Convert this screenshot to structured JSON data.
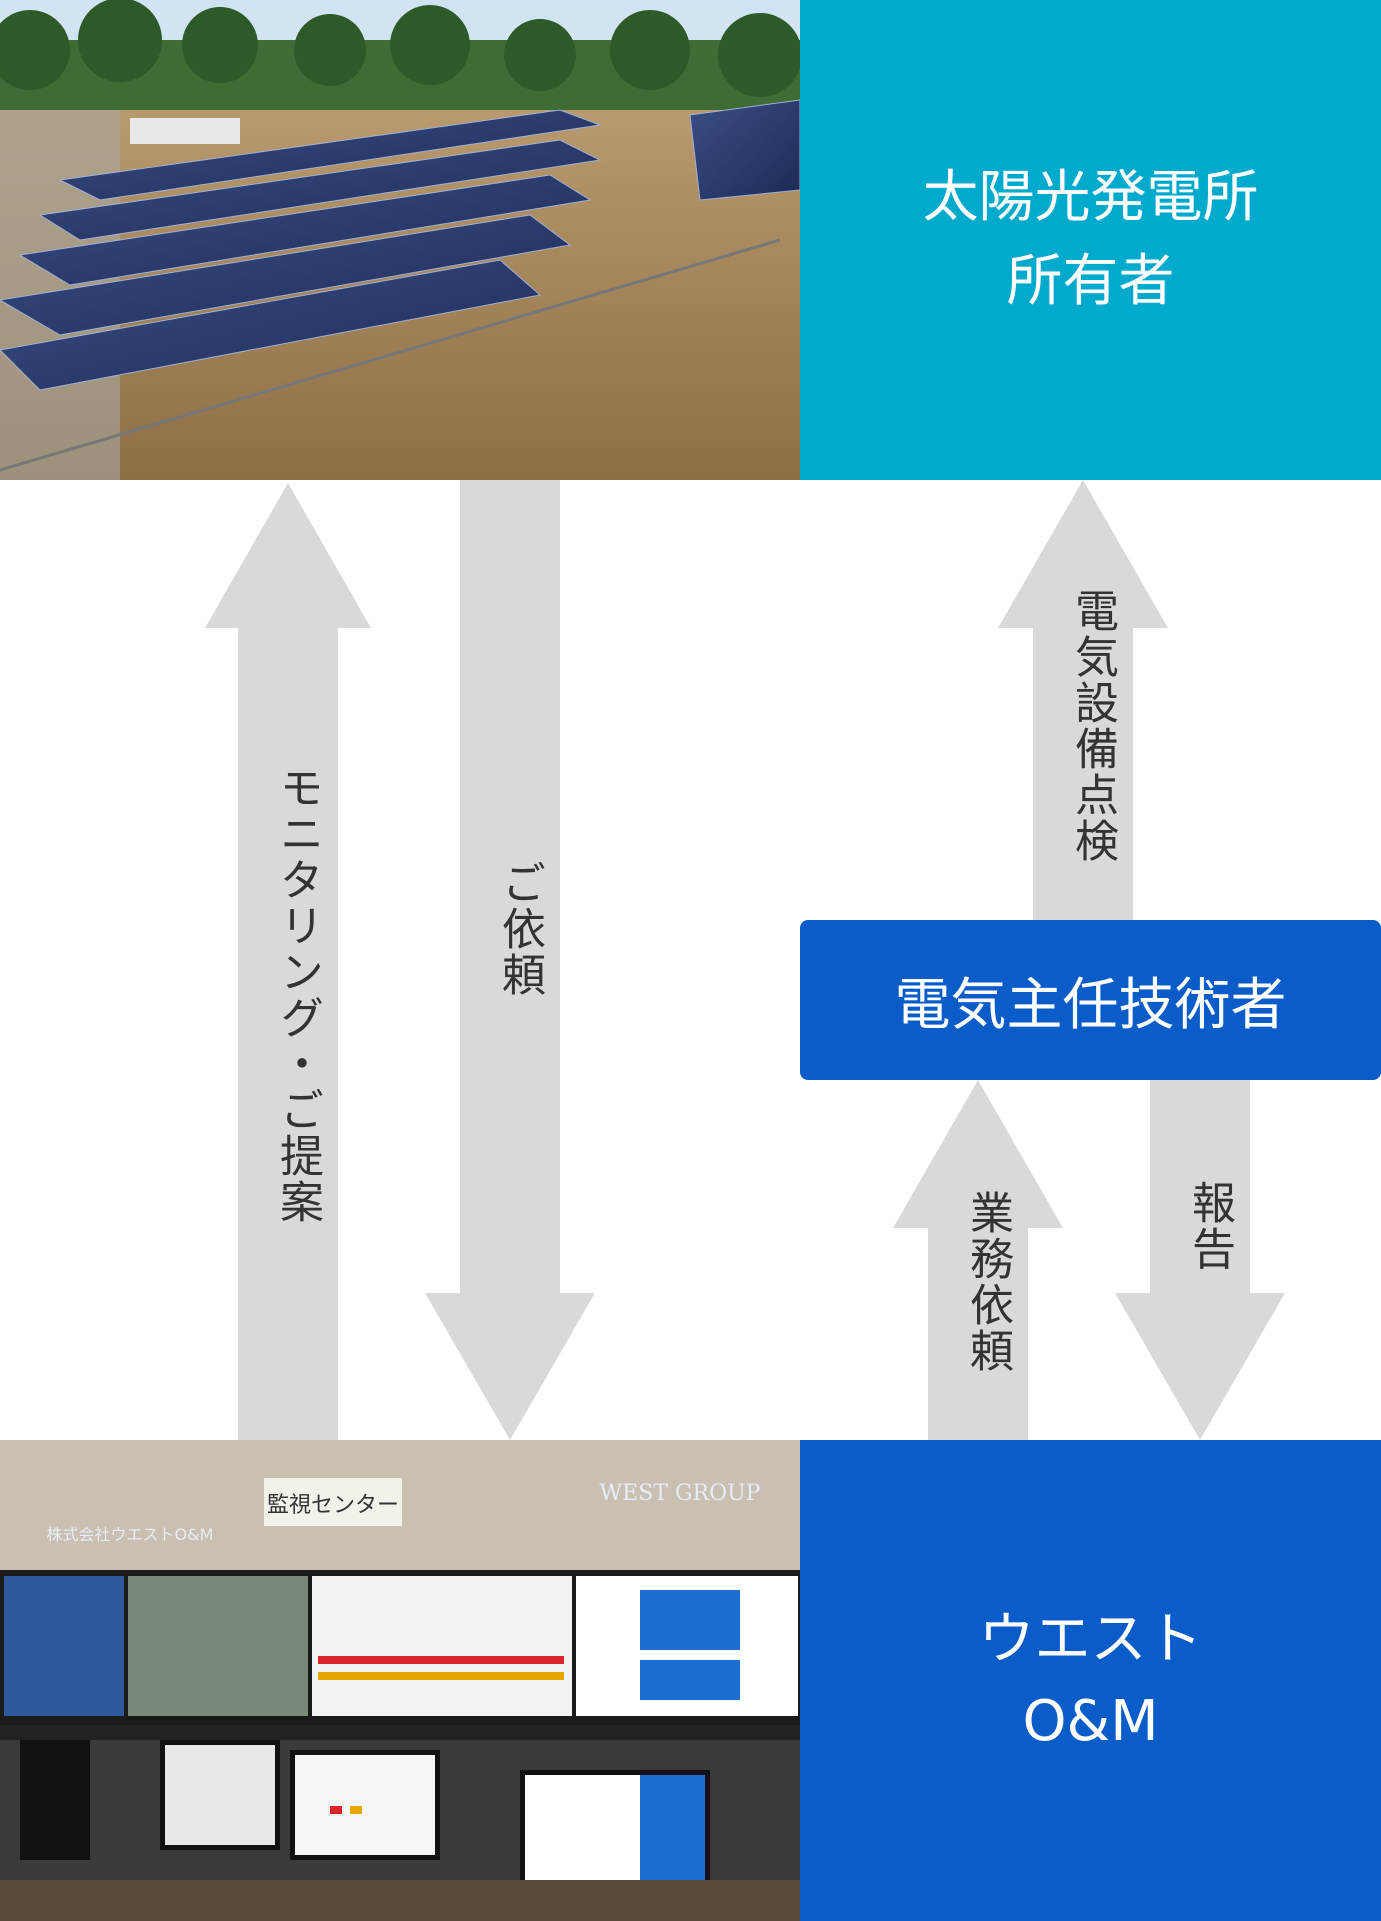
{
  "owner": {
    "line1": "太陽光発電所",
    "line2": "所有者",
    "color": "#00aacc"
  },
  "engineer": {
    "label": "電気主任技術者",
    "color": "#0a5dc9"
  },
  "west": {
    "line1": "ウエスト",
    "line2": "O&M",
    "color": "#0a5dc9"
  },
  "arrows": {
    "monitoring": "モニタリング・ご提案",
    "request": "ご依頼",
    "inspection": "電気設備点検",
    "task_request": "業務依頼",
    "report": "報告",
    "color": "#d9d9d9"
  },
  "photo_bottom": {
    "sign": "監視センター",
    "logo_right": "WEST GROUP",
    "logo_left": "株式会社ウエストO&M"
  }
}
